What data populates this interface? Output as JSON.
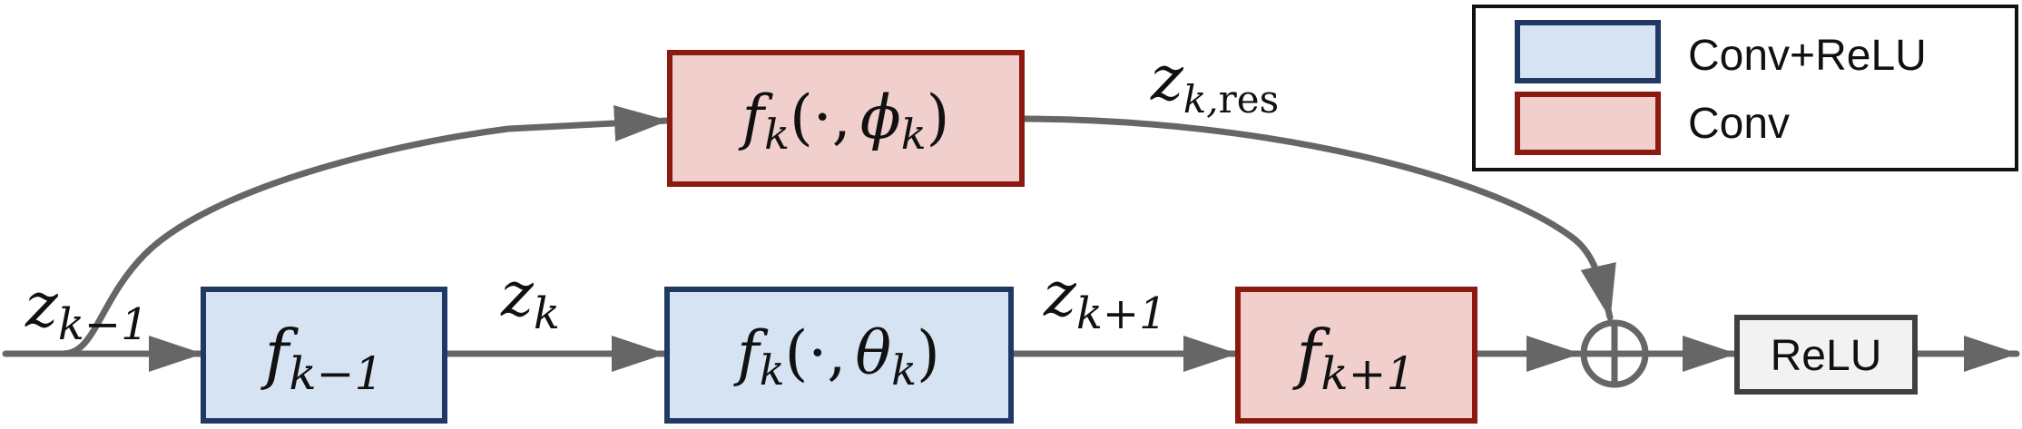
{
  "colors": {
    "conv_relu_fill": "#d6e3f3",
    "conv_relu_stroke": "#1f3864",
    "conv_fill": "#f0cfcd",
    "conv_stroke": "#8b1a10",
    "relu_fill": "#f2f2f2",
    "relu_stroke": "#404040",
    "arrow": "#666666",
    "legend_border": "#111111"
  },
  "input_label": {
    "var": "z",
    "sub": "k−1"
  },
  "blocks": {
    "f_prev": {
      "fn": "f",
      "sub": "k−1",
      "kind": "conv_relu"
    },
    "f_theta": {
      "fn": "f",
      "sub": "k",
      "open": "(·,",
      "param": "θ",
      "param_sub": "k",
      "close": ")",
      "kind": "conv_relu"
    },
    "f_next": {
      "fn": "f",
      "sub": "k+1",
      "kind": "conv"
    },
    "f_phi": {
      "fn": "f",
      "sub": "k",
      "open": "(·,",
      "param": "ϕ",
      "param_sub": "k",
      "close": ")",
      "kind": "conv"
    },
    "relu": {
      "label": "ReLU"
    }
  },
  "edge_labels": {
    "z_k": {
      "var": "z",
      "sub": "k"
    },
    "z_k1": {
      "var": "z",
      "sub": "k+1"
    },
    "z_res": {
      "var": "z",
      "sub_k": "k,",
      "sub_res": "res"
    }
  },
  "sum_node": {
    "symbol": "⊕",
    "icon": "circled-plus-icon"
  },
  "legend": {
    "items": [
      {
        "label": "Conv+ReLU",
        "kind": "conv_relu"
      },
      {
        "label": "Conv",
        "kind": "conv"
      }
    ]
  }
}
